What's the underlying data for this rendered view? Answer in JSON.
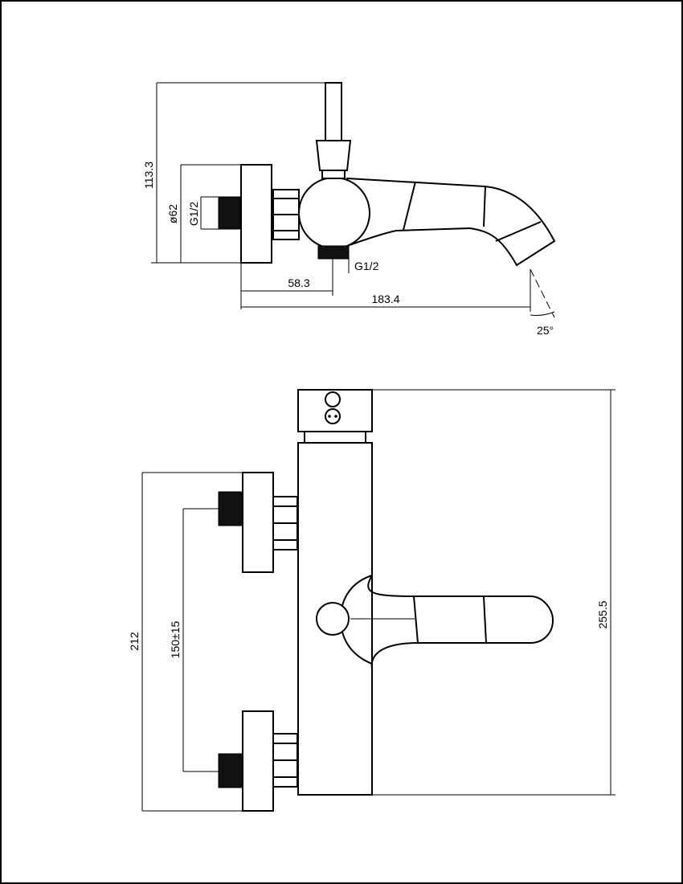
{
  "side_view": {
    "height_dim": "113.3",
    "diameter_dim": "ø62",
    "inlet_thread": "G1/2",
    "outlet_thread": "G1/2",
    "spout_offset_dim": "58.3",
    "overall_length_dim": "183.4",
    "angle_dim": "25°"
  },
  "front_view": {
    "overall_height_dim": "212",
    "inlet_spacing_dim": "150±15",
    "total_height_dim": "255.5"
  }
}
